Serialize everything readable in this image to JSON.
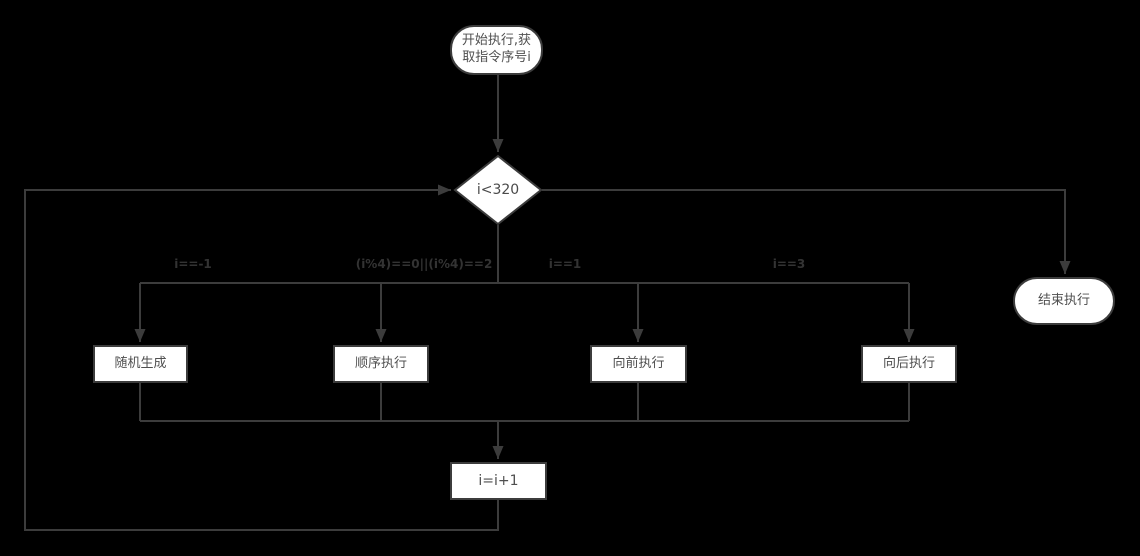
{
  "diagram": {
    "type": "flowchart",
    "background_color": "#000000",
    "line_color": "#3c3c3c",
    "node_fill_color": "#ffffff",
    "node_text_color": "#4f4f4f",
    "edge_label_color": "#333333"
  },
  "nodes": {
    "start": {
      "label": "开始执行,获取指令序号i",
      "shape": "terminator"
    },
    "condition": {
      "label": "i<320",
      "shape": "decision"
    },
    "random": {
      "label": "随机生成",
      "shape": "process"
    },
    "sequential": {
      "label": "顺序执行",
      "shape": "process"
    },
    "forward": {
      "label": "向前执行",
      "shape": "process"
    },
    "backward": {
      "label": "向后执行",
      "shape": "process"
    },
    "increment": {
      "label": "i=i+1",
      "shape": "process"
    },
    "end": {
      "label": "结束执行",
      "shape": "terminator"
    }
  },
  "edge_labels": {
    "to_random": "i==-1",
    "to_sequential": "(i%4)==0||(i%4)==2",
    "to_forward": "i==1",
    "to_backward": "i==3"
  }
}
